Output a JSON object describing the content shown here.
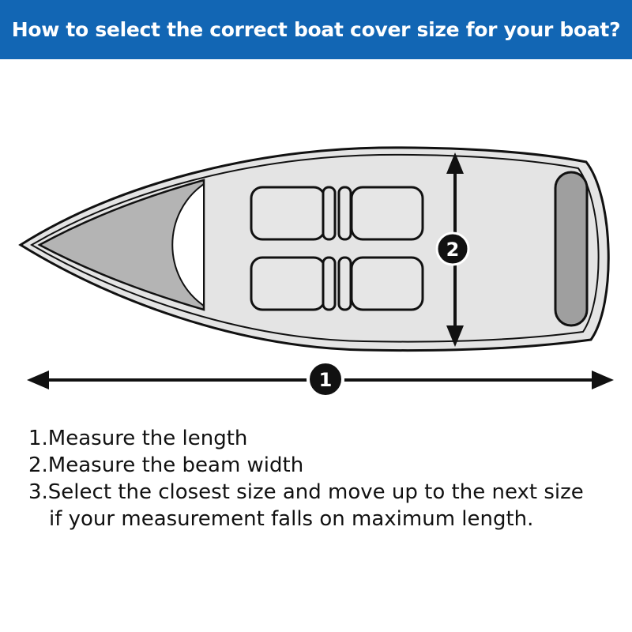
{
  "header": {
    "title": "How to select the correct boat cover size for your boat?",
    "background_color": "#1266b4",
    "text_color": "#ffffff"
  },
  "diagram": {
    "markers": {
      "length": "1",
      "beam": "2"
    },
    "hull_color": "#e4e4e4",
    "bow_deck_color": "#b4b4b4",
    "seat_color": "#e6e6e6",
    "stern_bench_color": "#9f9f9f",
    "icons": [
      "boat-outline-icon",
      "double-arrow-icon"
    ]
  },
  "instructions": {
    "step1": "1.Measure the length",
    "step2": "2.Measure the beam width",
    "step3_line1": "3.Select the closest size and move up to the next size",
    "step3_line2": "if your measurement falls on maximum length."
  }
}
